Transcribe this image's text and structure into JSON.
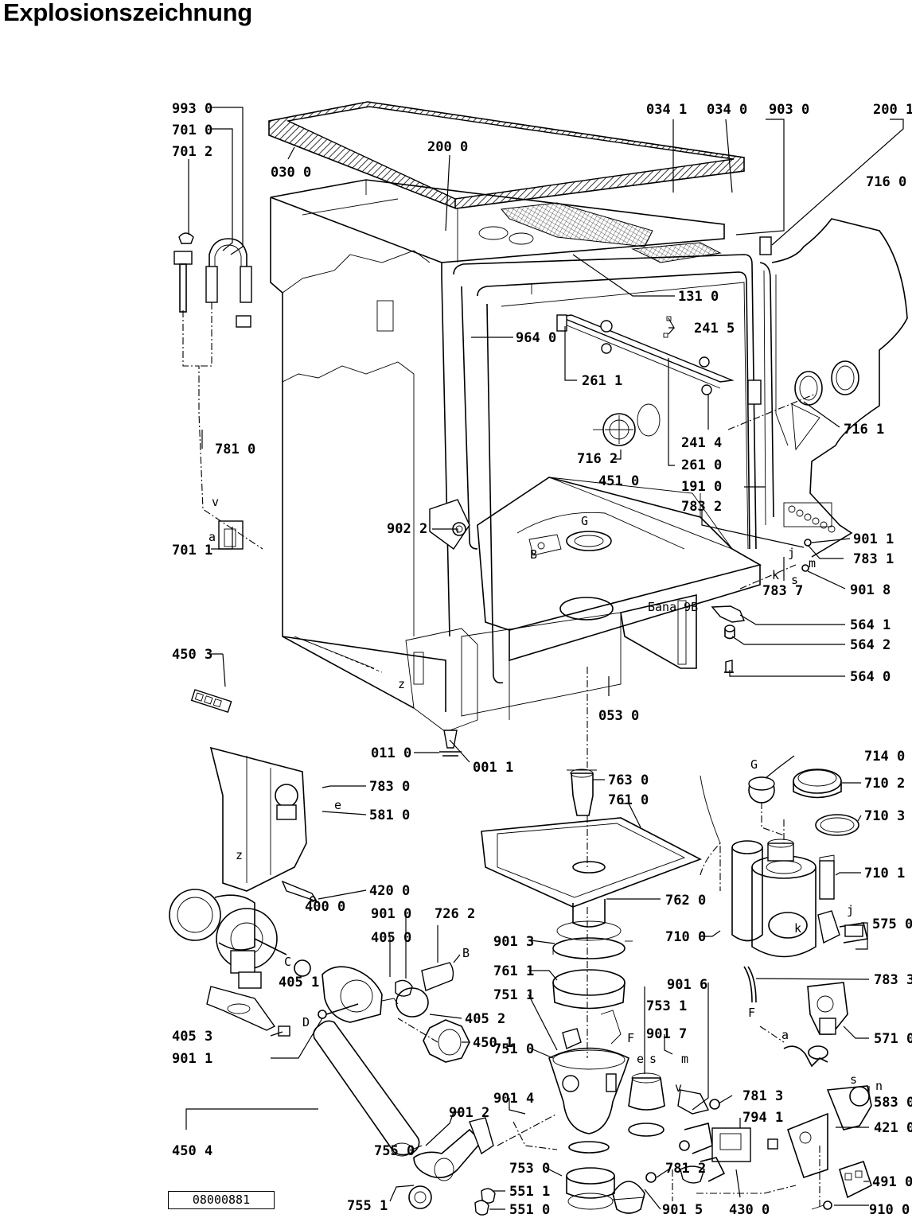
{
  "page": {
    "title": "Explosionszeichnung",
    "drawing_number": "08000881"
  },
  "labels": {
    "l9930": "993 0",
    "l7010": "701 0",
    "l7012": "701 2",
    "l0300": "030 0",
    "l2000": "200 0",
    "l0341": "034 1",
    "l0340": "034 0",
    "l9030": "903 0",
    "l2001": "200 1",
    "l7160": "716 0",
    "l1310": "131 0",
    "l2415": "241 5",
    "l9640": "964 0",
    "l2611": "261 1",
    "l7161": "716 1",
    "l2414": "241 4",
    "l7810": "781 0",
    "l7162": "716 2",
    "l2610": "261 0",
    "l4510": "451 0",
    "l1910": "191 0",
    "l7832": "783 2",
    "l9022": "902 2",
    "l9011a": "901 1",
    "l7831": "783 1",
    "l7011": "701 1",
    "l7837": "783 7",
    "l9018": "901 8",
    "l4503": "450 3",
    "l5641": "564 1",
    "l5642": "564 2",
    "l5640": "564 0",
    "l0530": "053 0",
    "l0110": "011 0",
    "l0011": "001 1",
    "l7630": "763 0",
    "l7610": "761 0",
    "l7140": "714 0",
    "l7102": "710 2",
    "l7830": "783 0",
    "l5810": "581 0",
    "l7103": "710 3",
    "l7101": "710 1",
    "l4200": "420 0",
    "l4000": "400 0",
    "l9010": "901 0",
    "l7262": "726 2",
    "l4050": "405 0",
    "l7620": "762 0",
    "l9013": "901 3",
    "l7100": "710 0",
    "l5750": "575 0",
    "l4051": "405 1",
    "l7611": "761 1",
    "l9016": "901 6",
    "l7833": "783 3",
    "l7511": "751 1",
    "l7531": "753 1",
    "l4052": "405 2",
    "l5710": "571 0",
    "l4501": "450 1",
    "l9017": "901 7",
    "l4053": "405 3",
    "l7510": "751 0",
    "l9011b": "901 1",
    "l9014": "901 4",
    "l9012": "901 2",
    "l7813": "781 3",
    "l7941": "794 1",
    "l5830": "583 0",
    "l4504": "450 4",
    "l4210": "421 0",
    "l7550": "755 0",
    "l7530": "753 0",
    "l7812": "781 2",
    "l4910": "491 0",
    "l7551": "755 1",
    "l5511": "551 1",
    "l5510": "551 0",
    "l9015": "901 5",
    "l4300": "430 0",
    "l9100": "910 0"
  },
  "letters": {
    "v1": "v",
    "a1": "a",
    "z1": "z",
    "b1": "B",
    "g1": "G",
    "k1": "k",
    "j1": "j",
    "m1": "m",
    "s1": "s",
    "e1": "e",
    "z2": "z",
    "g2": "G",
    "k2": "k",
    "j2": "j",
    "b2": "B",
    "c1": "C",
    "d1": "D",
    "f1": "F",
    "e2": "e",
    "s2": "s",
    "m2": "m",
    "v2": "v",
    "f2": "F",
    "a2": "a",
    "n1": "n",
    "s3": "s",
    "gasse": "Бana 9B"
  }
}
